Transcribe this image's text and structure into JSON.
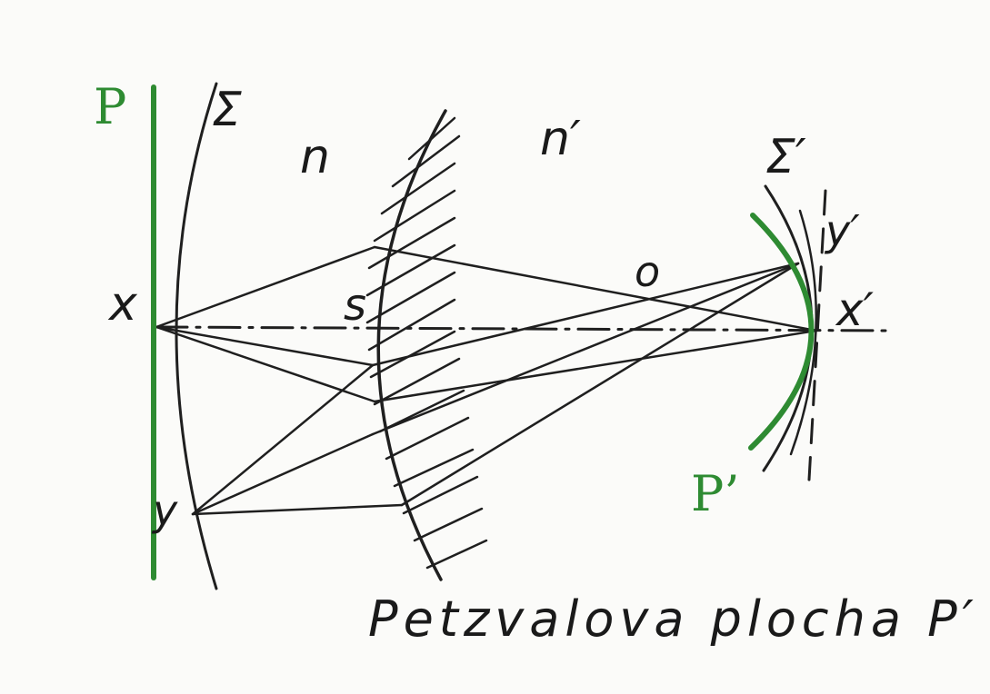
{
  "diagram": {
    "labels": {
      "plane_p": "P",
      "surface_sigma": "Σ",
      "medium_n": "n",
      "medium_n_prime": "n′",
      "surface_sigma_prime": "Σ′",
      "image_y_prime": "y′",
      "center_o": "o",
      "point_x": "x",
      "vertex_s": "s",
      "point_x_prime": "x′",
      "point_y": "y",
      "petzval_p_prime": "P’"
    },
    "caption": "Petzvalova plocha P′",
    "colors": {
      "ink": "#1f1f1f",
      "petzval": "#2e8b32",
      "paper": "#fbfbf9"
    }
  }
}
